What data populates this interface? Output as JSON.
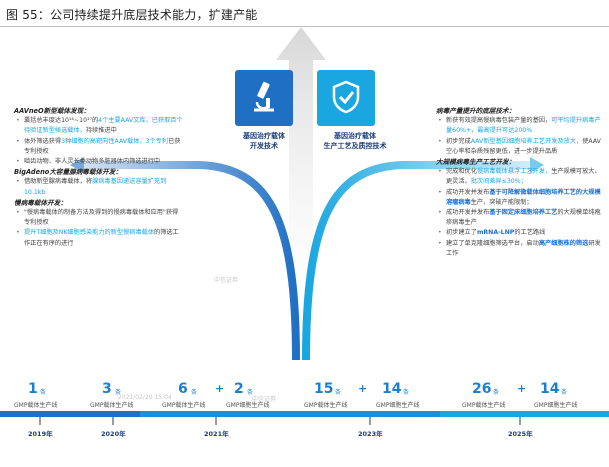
{
  "title": "图 55：公司持续提升底层技术能力，扩建产能",
  "left_box_caption": [
    "基因治疗载体",
    "开发技术"
  ],
  "right_box_caption": [
    "基因治疗载体",
    "生产工艺及质控技术"
  ],
  "left_panel": {
    "aav_head": "AAVneO新型载体发现：",
    "aav_items": [
      [
        {
          "t": "囊括总丰度达10¹⁶~10¹⁷的",
          "c": ""
        },
        {
          "t": "4个主要AAV文库，已获取百个待验证新型候选载体，",
          "c": "hl"
        },
        {
          "t": "持续推进中",
          "c": ""
        }
      ],
      [
        {
          "t": "体外筛选获得",
          "c": ""
        },
        {
          "t": "3种细胞的高靶向性AAV载体，3个专利",
          "c": "hl"
        },
        {
          "t": "已获专利授权",
          "c": ""
        }
      ],
      [
        {
          "t": "啮齿动物、非人灵长类动物多脏器体内筛选进行中",
          "c": ""
        }
      ]
    ],
    "big_head": "BigAdeno大容量腺病毒载体开发：",
    "big_items": [
      [
        {
          "t": "借助新型腺病毒载体，将",
          "c": ""
        },
        {
          "t": "腺病毒基因递送容量扩充到10.1kb",
          "c": "hl"
        }
      ]
    ],
    "lenti_head": "慢病毒载体开发：",
    "lenti_items": [
      [
        {
          "t": "\"慢病毒载体的制备方法及得到的慢病毒载体和应用\"获得专利授权",
          "c": ""
        }
      ],
      [
        {
          "t": "提升T细胞及NK细胞感染能力的新型慢病毒载体",
          "c": "hl"
        },
        {
          "t": "的筛选工作正在有序的进行",
          "c": ""
        }
      ]
    ]
  },
  "right_panel": {
    "yield_head": "病毒产量提升的底层技术：",
    "yield_items": [
      [
        {
          "t": "新获有效提高慢病毒包装产量的基因，",
          "c": ""
        },
        {
          "t": "可平均提升病毒产量60%+，",
          "c": "hl"
        },
        {
          "t": "最高提升可达200%",
          "c": "hl"
        }
      ],
      [
        {
          "t": "初步完成",
          "c": ""
        },
        {
          "t": "AAV新型基因细胞培养工艺开发及放大，",
          "c": "hl"
        },
        {
          "t": "使AAV空心率和杂质残留更低，进一步提升品质",
          "c": ""
        }
      ]
    ],
    "scale_head": "大规模病毒生产工艺开发：",
    "scale_items": [
      [
        {
          "t": "完成和优化",
          "c": ""
        },
        {
          "t": "慢病毒载体悬浮工艺开发，",
          "c": "hl"
        },
        {
          "t": "生产规模可放大、更灵活，",
          "c": ""
        },
        {
          "t": "批次间差异≤30%；",
          "c": "hl"
        }
      ],
      [
        {
          "t": "成功开发并发布",
          "c": ""
        },
        {
          "t": "基于可降解微载体细胞培养工艺的大规模溶瘤病毒",
          "c": "hlb"
        },
        {
          "t": "生产，突破产能限制；",
          "c": ""
        }
      ],
      [
        {
          "t": "成功开发并发布",
          "c": ""
        },
        {
          "t": "基于固定床细胞培养工艺",
          "c": "hlb"
        },
        {
          "t": "的大规模单纯疱疹病毒生产",
          "c": ""
        }
      ],
      [
        {
          "t": "初步建立了",
          "c": ""
        },
        {
          "t": "mRNA-LNP",
          "c": "hlb"
        },
        {
          "t": "的工艺路线",
          "c": ""
        }
      ],
      [
        {
          "t": "建立了单克隆细胞筛选平台，启动",
          "c": ""
        },
        {
          "t": "高产细胞株的筛选",
          "c": "hlb"
        },
        {
          "t": "研发工作",
          "c": ""
        }
      ]
    ]
  },
  "timeline": {
    "milestones": [
      {
        "num": "1",
        "unit": "条",
        "cat": "GMP载体生产线"
      },
      {
        "num": "3",
        "unit": "条",
        "cat": "GMP载体生产线"
      },
      {
        "num": "6",
        "unit": "条",
        "cat": "GMP载体生产线"
      },
      {
        "num": "2",
        "unit": "条",
        "cat": "GMP细胞生产线"
      },
      {
        "num": "15",
        "unit": "条",
        "cat": "GMP载体生产线"
      },
      {
        "num": "14",
        "unit": "条",
        "cat": "GMP细胞生产线"
      },
      {
        "num": "26",
        "unit": "条",
        "cat": "GMP载体生产线"
      },
      {
        "num": "14",
        "unit": "条",
        "cat": "GMP细胞生产线"
      }
    ],
    "plus": "+",
    "years": [
      "2019年",
      "2020年",
      "2021年",
      "2023年",
      "2025年"
    ]
  },
  "watermarks": [
    "中信证券",
    "2021/02/20 15:04",
    "中信证券"
  ],
  "colors": {
    "dark_blue": "#1f6fc4",
    "light_blue": "#1aa6e0",
    "navy": "#1a3c78"
  }
}
